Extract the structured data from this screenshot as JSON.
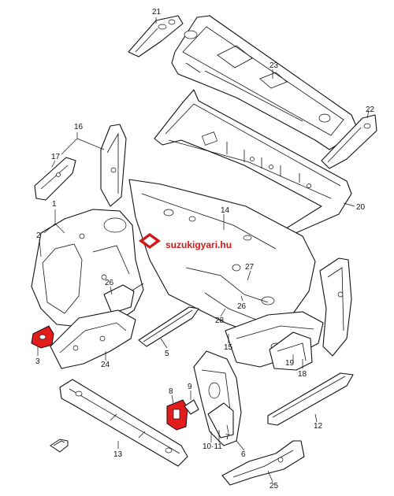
{
  "diagram": {
    "callouts": {
      "c1": "1",
      "c2": "2",
      "c3": "3",
      "c5": "5",
      "c6": "6",
      "c7": "7",
      "c8": "8",
      "c9": "9",
      "c1011": "10·11",
      "c12": "12",
      "c13": "13",
      "c14": "14",
      "c15": "15",
      "c16": "16",
      "c17": "17",
      "c18": "18",
      "c19": "19",
      "c20": "20",
      "c21": "21",
      "c22": "22",
      "c23": "23",
      "c24": "24",
      "c25": "25",
      "c26": "26",
      "c27": "27",
      "c28": "28"
    },
    "watermark": "suzukigyari.hu",
    "highlight_color": "#e31c1c",
    "icons": {
      "logo": "suzuki-s-logo-icon",
      "front": "front-arrow-icon"
    }
  }
}
